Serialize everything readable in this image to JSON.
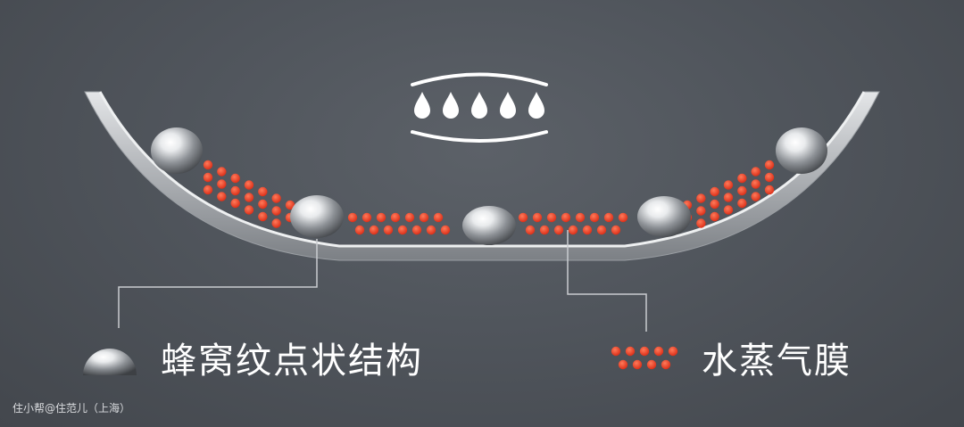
{
  "legend": {
    "honeycomb_label": "蜂窝纹点状结构",
    "steam_label": "水蒸气膜"
  },
  "watermark": "住小帮@住范儿（上海）",
  "colors": {
    "background": "#50555c",
    "pan_metal": "#b9bcc0",
    "steam_dot": "#e8321e",
    "icon": "#ffffff"
  },
  "icons": [
    "water-drop-icon",
    "honeycomb-dome-icon"
  ]
}
